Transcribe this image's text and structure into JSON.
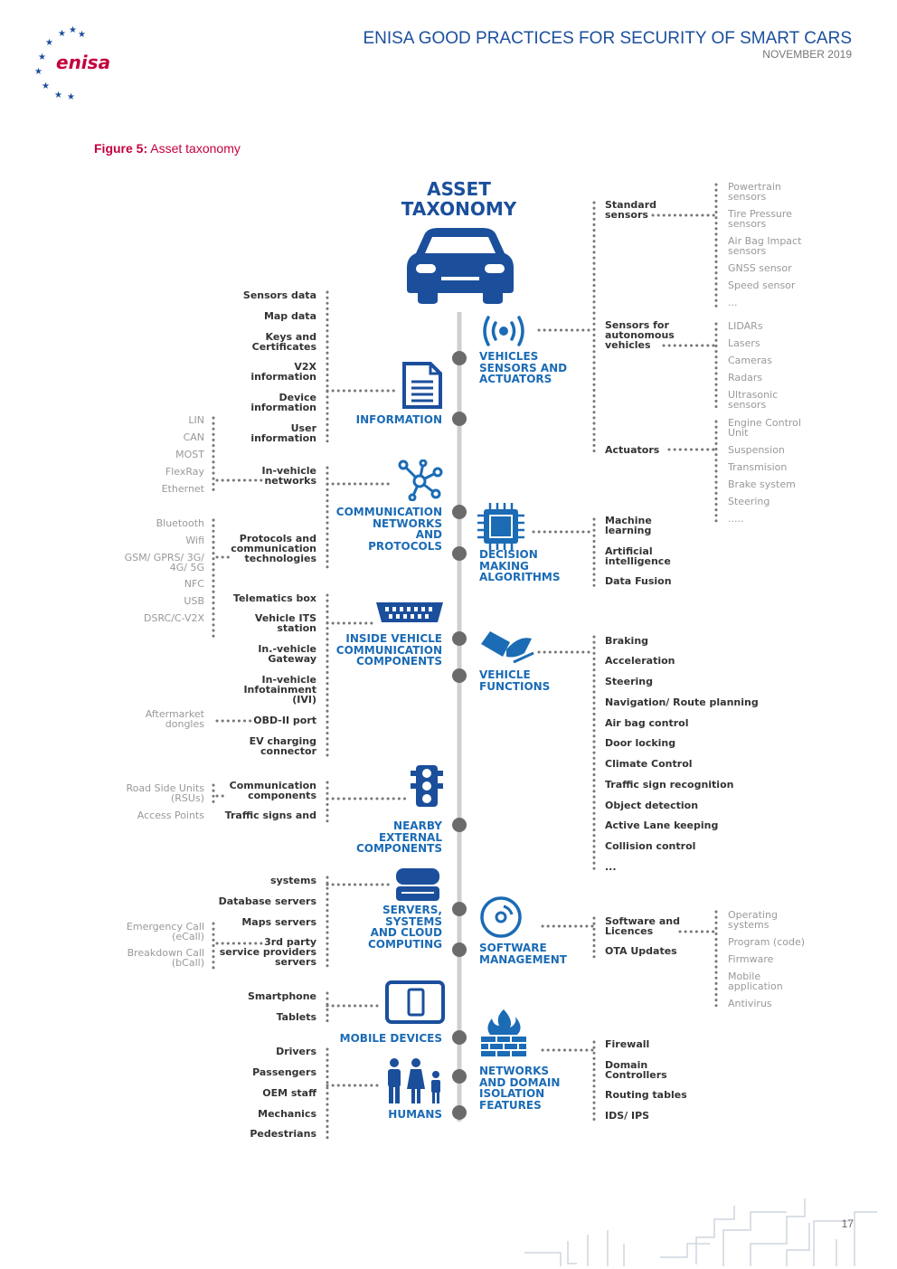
{
  "header": {
    "logo_text": "enisa",
    "title": "ENISA GOOD PRACTICES FOR SECURITY OF SMART CARS",
    "date": "NOVEMBER 2019"
  },
  "figure": {
    "label": "Figure 5:",
    "caption": "Asset taxonomy"
  },
  "diagram": {
    "title_line1": "ASSET",
    "title_line2": "TAXONOMY",
    "left_categories": [
      {
        "id": "information",
        "name": "INFORMATION",
        "icon": "document-icon",
        "items": [
          "Sensors data",
          "Map data",
          "Keys and\nCertificates",
          "V2X\ninformation",
          "Device\ninformation",
          "User\ninformation"
        ]
      },
      {
        "id": "comm-networks",
        "name": "COMMUNICATION\nNETWORKS\nAND\nPROTOCOLS",
        "icon": "network-icon",
        "items": [
          "In-vehicle\nnetworks",
          "Protocols and\ncommunication\ntechnologies"
        ],
        "sub_in_vehicle": [
          "LIN",
          "CAN",
          "MOST",
          "FlexRay",
          "Ethernet"
        ],
        "sub_protocols": [
          "Bluetooth",
          "Wifi",
          "GSM/ GPRS/ 3G/\n4G/ 5G",
          "NFC",
          "USB",
          "DSRC/C-V2X"
        ]
      },
      {
        "id": "inside-vehicle",
        "name": "INSIDE VEHICLE\nCOMMUNICATION\nCOMPONENTS",
        "icon": "obd-connector-icon",
        "items": [
          "Telematics box",
          "Vehicle ITS\nstation",
          "In.-vehicle\nGateway",
          "In-vehicle\nInfotainment\n(IVI)",
          "OBD-II port",
          "EV charging\nconnector"
        ],
        "sub_obd": [
          "Aftermarket\ndongles"
        ]
      },
      {
        "id": "nearby-external",
        "name": "NEARBY\nEXTERNAL\nCOMPONENTS",
        "icon": "traffic-light-icon",
        "items": [
          "Communication\ncomponents",
          "Traffic signs and"
        ],
        "sub_comm": [
          "Road Side Units\n(RSUs)",
          "Access Points"
        ]
      },
      {
        "id": "servers",
        "name": "SERVERS,\nSYSTEMS\nAND CLOUD\nCOMPUTING",
        "icon": "server-icon",
        "items": [
          "systems",
          "Database servers",
          "Maps servers",
          "3rd party\nservice providers\nservers"
        ],
        "sub_3rd_party": [
          "Emergency Call\n(eCall)",
          "Breakdown Call\n(bCall)"
        ]
      },
      {
        "id": "mobile",
        "name": "MOBILE DEVICES",
        "icon": "tablet-icon",
        "items": [
          "Smartphone",
          "Tablets"
        ]
      },
      {
        "id": "humans",
        "name": "HUMANS",
        "icon": "people-icon",
        "items": [
          "Drivers",
          "Passengers",
          "OEM staff",
          "Mechanics",
          "Pedestrians"
        ]
      }
    ],
    "right_categories": [
      {
        "id": "sensors",
        "name": "VEHICLES\nSENSORS AND\nACTUATORS",
        "icon": "sensor-waves-icon",
        "items": [
          "Standard\nsensors",
          "Sensors for\nautonomous\nvehicles",
          "Actuators"
        ],
        "sub_standard": [
          "Powertrain\nsensors",
          "Tire Pressure\nsensors",
          "Air Bag Impact\nsensors",
          "GNSS sensor",
          "Speed sensor",
          "..."
        ],
        "sub_autonomous": [
          "LIDARs",
          "Lasers",
          "Cameras",
          "Radars",
          "Ultrasonic\nsensors"
        ],
        "sub_actuators": [
          "Engine Control\nUnit",
          "Suspension",
          "Transmision",
          "Brake system",
          "Steering",
          "....."
        ]
      },
      {
        "id": "decision",
        "name": "DECISION\nMAKING\nALGORITHMS",
        "icon": "chip-icon",
        "items": [
          "Machine\nlearning",
          "Artificial\nintelligence",
          "Data Fusion"
        ]
      },
      {
        "id": "functions",
        "name": "VEHICLE\nFUNCTIONS",
        "icon": "pedal-icon",
        "items": [
          "Braking",
          "Acceleration",
          "Steering",
          "Navigation/ Route planning",
          "Air bag control",
          "Door locking",
          "Climate Control",
          "Traffic sign recognition",
          "Object detection",
          "Active Lane keeping",
          "Collision control",
          "..."
        ]
      },
      {
        "id": "software",
        "name": "SOFTWARE\nMANAGEMENT",
        "icon": "disc-icon",
        "items": [
          "Software and\nLicences",
          "OTA Updates"
        ],
        "sub_software": [
          "Operating\nsystems",
          "Program (code)",
          "Firmware",
          "Mobile\napplication",
          "Antivirus"
        ]
      },
      {
        "id": "networks-domain",
        "name": "NETWORKS\nAND DOMAIN\nISOLATION\nFEATURES",
        "icon": "firewall-icon",
        "items": [
          "Firewall",
          "Domain\nControllers",
          "Routing tables",
          "IDS/ IPS"
        ]
      }
    ]
  },
  "page_number": "17",
  "colors": {
    "brand_blue": "#1b4f9c",
    "accent_blue": "#1b6bb5",
    "caption_red": "#c4003e",
    "spine_gray": "#c8c8c8",
    "node_gray": "#6b6b6b"
  }
}
